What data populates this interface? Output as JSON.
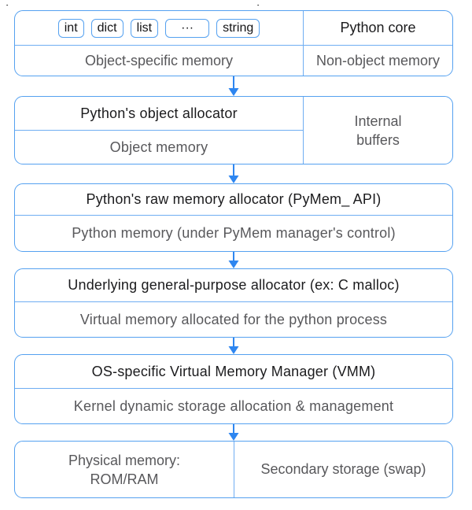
{
  "colors": {
    "box_border": "#55a1f0",
    "divider": "#6fadf2",
    "arrow": "#2e86f0",
    "text_primary": "#1b1b1d",
    "text_secondary": "#58585b"
  },
  "diagram": {
    "layer1": {
      "chips": [
        "int",
        "dict",
        "list",
        "···",
        "string"
      ],
      "core_label": "Python core",
      "left_caption": "Object-specific memory",
      "right_caption": "Non-object memory"
    },
    "layer2": {
      "title": "Python's object allocator",
      "caption": "Object memory",
      "side_line1": "Internal",
      "side_line2": "buffers"
    },
    "layer3": {
      "title": "Python's raw memory allocator (PyMem_ API)",
      "caption": "Python memory (under PyMem manager's control)"
    },
    "layer4": {
      "title": "Underlying general-purpose allocator (ex: C malloc)",
      "caption": "Virtual memory allocated for the python process"
    },
    "layer5": {
      "title": "OS-specific Virtual Memory Manager (VMM)",
      "caption": "Kernel dynamic storage allocation & management"
    },
    "layer6": {
      "left_line1": "Physical memory:",
      "left_line2": "ROM/RAM",
      "right": "Secondary storage (swap)"
    }
  }
}
